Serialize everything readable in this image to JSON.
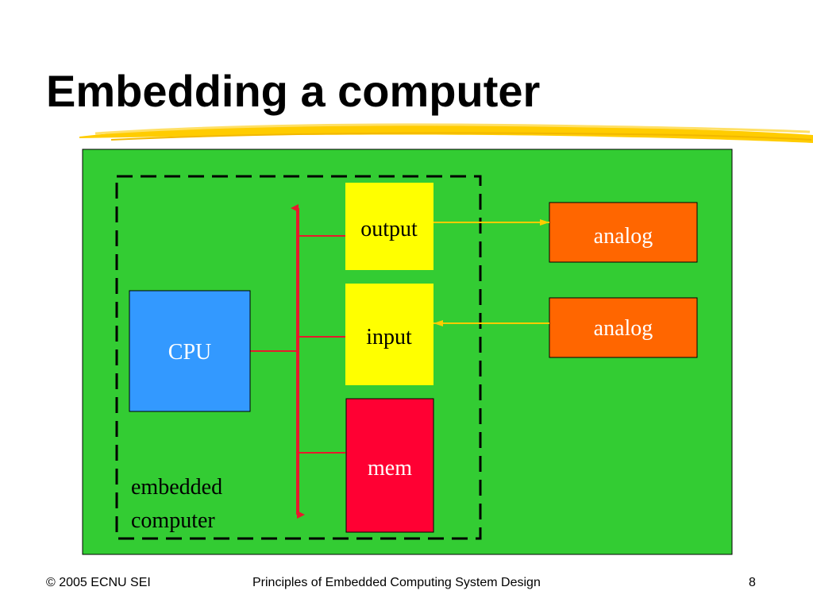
{
  "slide": {
    "title": "Embedding a computer"
  },
  "diagram": {
    "cpu_label": "CPU",
    "output_label": "output",
    "input_label": "input",
    "mem_label": "mem",
    "analog_top_label": "analog",
    "analog_bottom_label": "analog",
    "embedded_label_line1": "embedded",
    "embedded_label_line2": "computer"
  },
  "colors": {
    "background_board": "#33cc33",
    "cpu": "#3399ff",
    "io_block": "#ffff00",
    "mem": "#ff0033",
    "analog": "#ff6600",
    "bus": "#e8192c",
    "analog_link": "#ffcc00",
    "title_underline": "#ffcc00"
  },
  "footer": {
    "copyright": "© 2005 ECNU SEI",
    "course": "Principles of Embedded Computing System Design",
    "page_number": "8"
  }
}
